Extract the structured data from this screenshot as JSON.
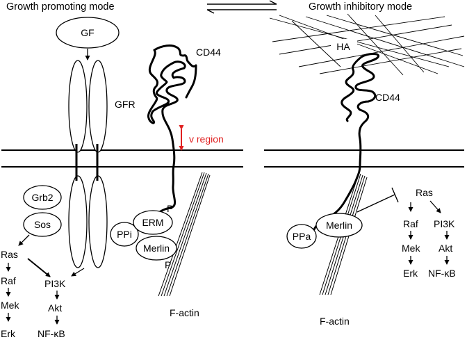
{
  "header": {
    "left_mode": "Growth promoting mode",
    "right_mode": "Growth inhibitory mode"
  },
  "left": {
    "gf": "GF",
    "gfr": "GFR",
    "cd44": "CD44",
    "v_region": "v region",
    "grb2": "Grb2",
    "sos": "Sos",
    "ras": "Ras",
    "raf": "Raf",
    "mek": "Mek",
    "erk": "Erk",
    "pi3k": "PI3K",
    "akt": "Akt",
    "nfkb": "NF-κB",
    "ppi": "PPi",
    "erm": "ERM",
    "merlin": "Merlin",
    "p_top": "P",
    "p_bottom": "P",
    "factin": "F-actin"
  },
  "right": {
    "ha": "HA",
    "cd44": "CD44",
    "ppa": "PPa",
    "merlin": "Merlin",
    "ras": "Ras",
    "raf": "Raf",
    "mek": "Mek",
    "erk": "Erk",
    "pi3k": "PI3K",
    "akt": "Akt",
    "nfkb": "NF-κB",
    "factin": "F-actin"
  },
  "colors": {
    "ink": "#000000",
    "accent_red": "#e02020"
  }
}
